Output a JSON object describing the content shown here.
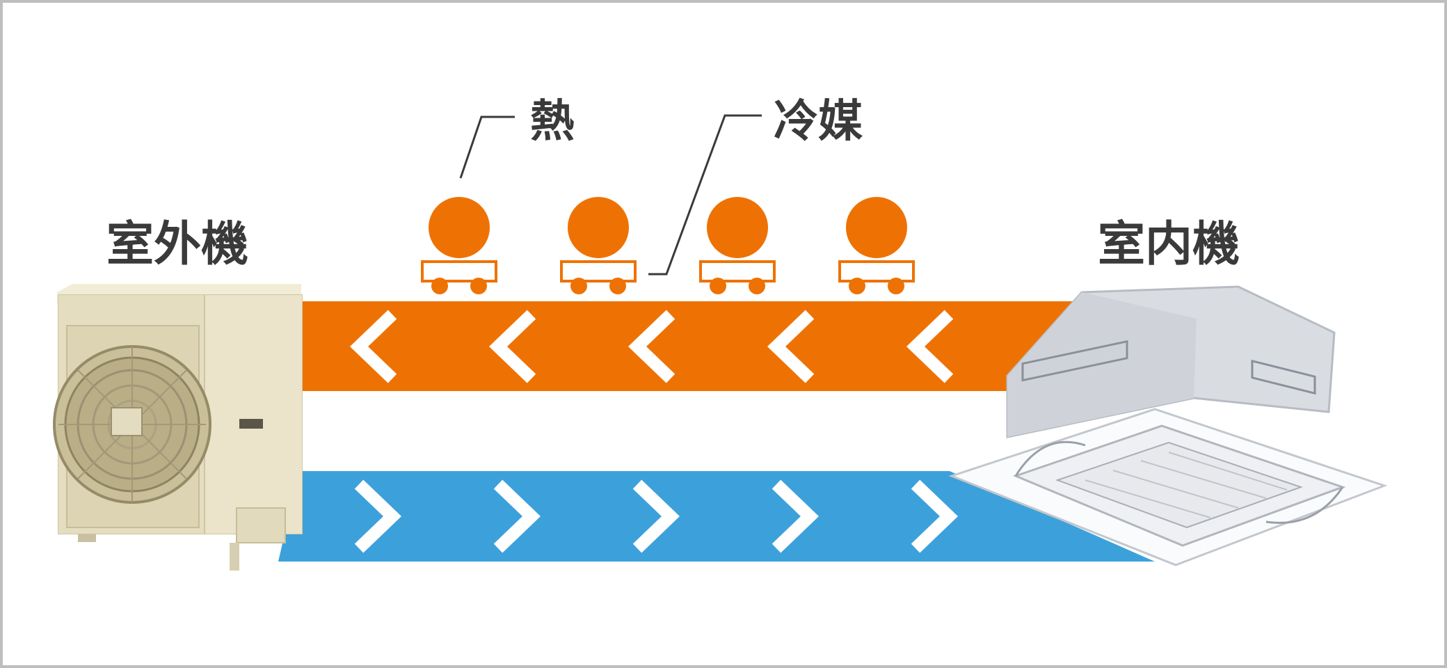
{
  "labels": {
    "outdoor_unit": "室外機",
    "indoor_unit": "室内機",
    "heat": "熱",
    "refrigerant": "冷媒"
  },
  "colors": {
    "hot_pipe": "#EE7203",
    "cold_pipe": "#3CA1DB",
    "heat_ball": "#EE7203",
    "border": "#BEBEBE",
    "text": "#3A3A3A",
    "unit_body": "#E9E2C7"
  },
  "flow": {
    "hot_direction": "left",
    "cold_direction": "right",
    "arrow_count": 5,
    "heat_carrier_count": 4
  },
  "icons": [
    "outdoor-unit-icon",
    "indoor-cassette-icon",
    "heat-ball-icon",
    "cart-icon",
    "chevron-left-icon",
    "chevron-right-icon"
  ]
}
